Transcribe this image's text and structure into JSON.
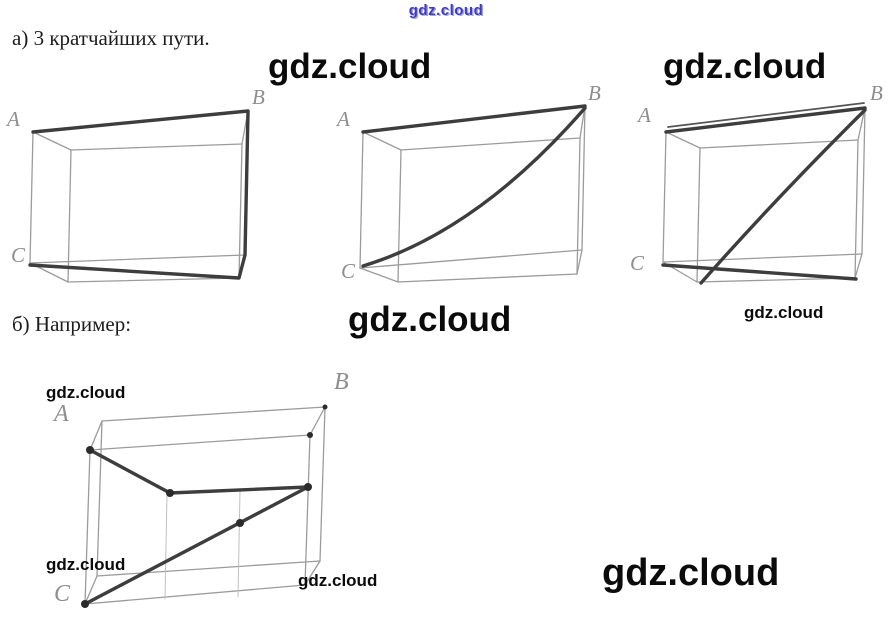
{
  "header": {
    "top_watermark": "gdz.cloud",
    "section_a": "а) 3 кратчайших пути.",
    "section_b": "б) Например:"
  },
  "watermarks": {
    "row1_mid": "gdz.cloud",
    "row1_right": "gdz.cloud",
    "under_cube3": "gdz.cloud",
    "row2_mid": "gdz.cloud",
    "cube4_top": "gdz.cloud",
    "cube4_left": "gdz.cloud",
    "cube4_mid": "gdz.cloud",
    "bottom_right": "gdz.cloud"
  },
  "cube1": {
    "a": "A",
    "b": "B",
    "c": "C"
  },
  "cube2": {
    "a": "A",
    "b": "B",
    "c": "C"
  },
  "cube3": {
    "a": "A",
    "b": "B",
    "c": "C"
  },
  "cube4": {
    "a": "A",
    "b": "B",
    "c": "C"
  },
  "colors": {
    "pencil": "#9b9b9b",
    "bold_path": "#3d3d3d",
    "watermark_blue": "#3c3cc2",
    "text_black": "#0b0b0b"
  }
}
